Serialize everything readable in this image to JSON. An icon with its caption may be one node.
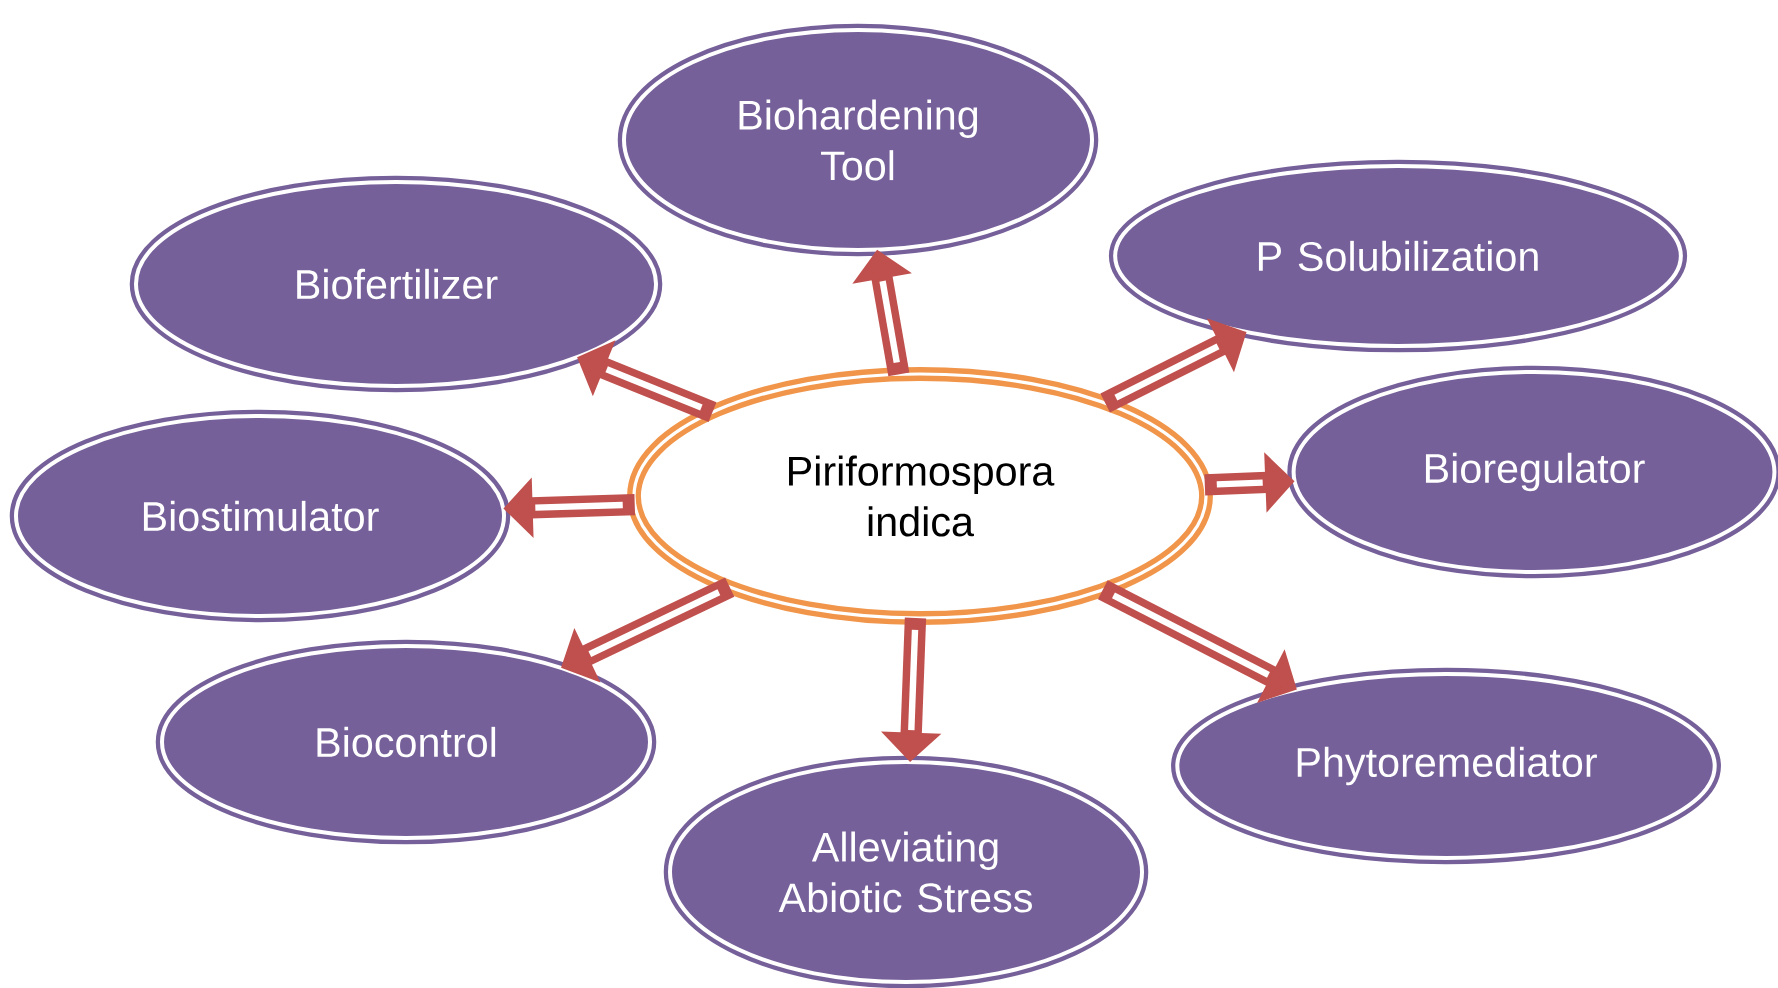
{
  "diagram": {
    "nodes": [
      {
        "text": [
          "Piriformospora indica"
        ]
      },
      {
        "text": [
          "Biohardening Tool"
        ]
      },
      {
        "text": [
          "P Solubilization"
        ]
      },
      {
        "text": [
          "Biofertilizer"
        ]
      },
      {
        "text": [
          "Bioregulator"
        ]
      },
      {
        "text": [
          "Biostimulator"
        ]
      },
      {
        "text": [
          "Phytoremediator"
        ]
      },
      {
        "text": [
          "Biocontrol"
        ]
      },
      {
        "text": [
          "Alleviating Abiotic Stress"
        ]
      }
    ],
    "edges": [
      {
        "from": 0,
        "to": 1,
        "arrow": "to"
      },
      {
        "from": 0,
        "to": 2,
        "arrow": "to"
      },
      {
        "from": 0,
        "to": 3,
        "arrow": "to"
      },
      {
        "from": 0,
        "to": 4,
        "arrow": "to"
      },
      {
        "from": 0,
        "to": 5,
        "arrow": "to"
      },
      {
        "from": 0,
        "to": 6,
        "arrow": "to"
      },
      {
        "from": 0,
        "to": 7,
        "arrow": "to"
      },
      {
        "from": 0,
        "to": 8,
        "arrow": "to"
      }
    ]
  }
}
